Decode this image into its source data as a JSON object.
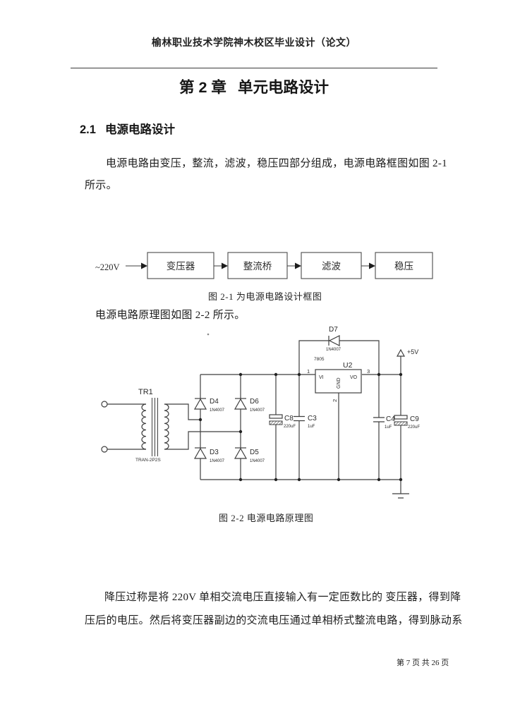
{
  "meta": {
    "colors": {
      "ink": "#1f1f1f",
      "schematic_line": "#3f3f3f",
      "background": "#ffffff"
    }
  },
  "header": {
    "title": "榆林职业技术学院神木校区毕业设计（论文）"
  },
  "footer": {
    "page_info": "第 7 页 共 26 页"
  },
  "chapter": {
    "number": "第 2 章",
    "title": "单元电路设计"
  },
  "section": {
    "number": "2.1",
    "title": "电源电路设计"
  },
  "paragraphs": {
    "p1_line1": "电源电路由变压，整流，滤波，稳压四部分组成，电源电路框图如图 2-1",
    "p1_line2": "所示。",
    "p2": "电源电路原理图如图 2-2 所示。",
    "p3_line1": "降压过称是将 220V 单相交流电压直接输入有一定匝数比的 变压器，得到降",
    "p3_line2": "压后的电压。然后将变压器副边的交流电压通过单相桥式整流电路，得到脉动系"
  },
  "figure1": {
    "caption": "图 2-1 为电源电路设计框图",
    "input_label": "~220V",
    "blocks": [
      {
        "label": "变压器"
      },
      {
        "label": "整流桥"
      },
      {
        "label": "滤波"
      },
      {
        "label": "稳压"
      }
    ]
  },
  "figure2": {
    "caption": "图 2-2 电源电路原理图",
    "transformer": {
      "ref": "TR1",
      "value": "TRAN-2P2S"
    },
    "diodes": [
      {
        "ref": "D4",
        "value": "1N4007"
      },
      {
        "ref": "D6",
        "value": "1N4007"
      },
      {
        "ref": "D3",
        "value": "1N4007"
      },
      {
        "ref": "D5",
        "value": "1N4007"
      },
      {
        "ref": "D7",
        "value": "1N4007"
      }
    ],
    "capacitors": [
      {
        "ref": "C8",
        "value": "220uF"
      },
      {
        "ref": "C3",
        "value": "1uF"
      },
      {
        "ref": "C4",
        "value": "1uF"
      },
      {
        "ref": "C9",
        "value": "220uF"
      }
    ],
    "regulator": {
      "ref": "U2",
      "value": "7805",
      "pin_vi": "VI",
      "pin_vo": "VO",
      "pin_gnd": "GND",
      "pin1": "1",
      "pin2": "2",
      "pin3": "3"
    },
    "output_label": "+5V"
  }
}
